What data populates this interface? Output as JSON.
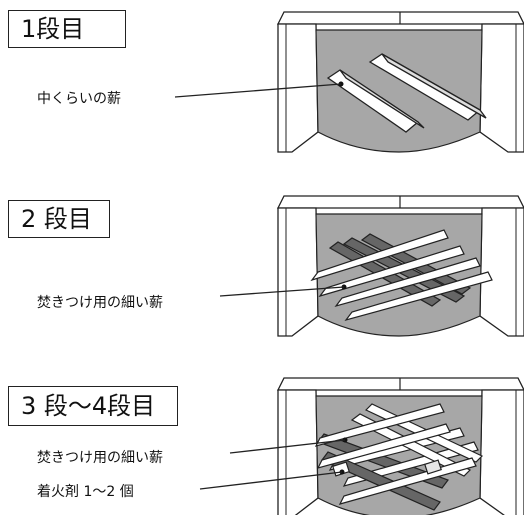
{
  "steps": [
    {
      "title": "1段目",
      "labels": [
        "中くらいの薪"
      ]
    },
    {
      "title": "2 段目",
      "labels": [
        "焚きつけ用の細い薪"
      ]
    },
    {
      "title": "3 段〜4段目",
      "labels": [
        "焚きつけ用の細い薪",
        "着火剤 1〜2 個"
      ]
    }
  ]
}
